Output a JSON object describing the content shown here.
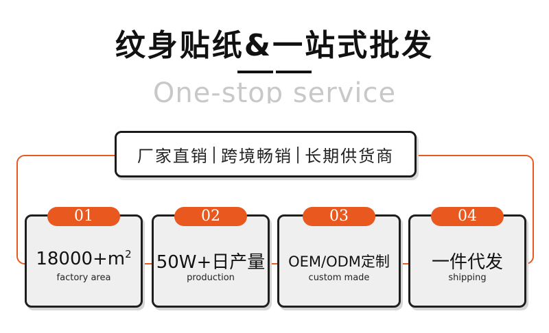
{
  "header": {
    "title": "纹身贴纸&一站式批发",
    "subtitle": "One-stop service"
  },
  "tagline": {
    "parts": [
      "厂家直销",
      "跨境畅销",
      "长期供货商"
    ],
    "separator": "|"
  },
  "features": [
    {
      "number": "01",
      "value": "18000+m",
      "value_sup": "2",
      "caption": "factory area"
    },
    {
      "number": "02",
      "value": "50W+日产量",
      "caption": "production"
    },
    {
      "number": "03",
      "value": "OEM/ODM定制",
      "caption": "custom made"
    },
    {
      "number": "04",
      "value": "一件代发",
      "caption": "shipping"
    }
  ],
  "colors": {
    "accent": "#e8581f",
    "card_bg": "#efefef",
    "border": "#1e1e1e",
    "subtitle": "#c8c8c8"
  }
}
